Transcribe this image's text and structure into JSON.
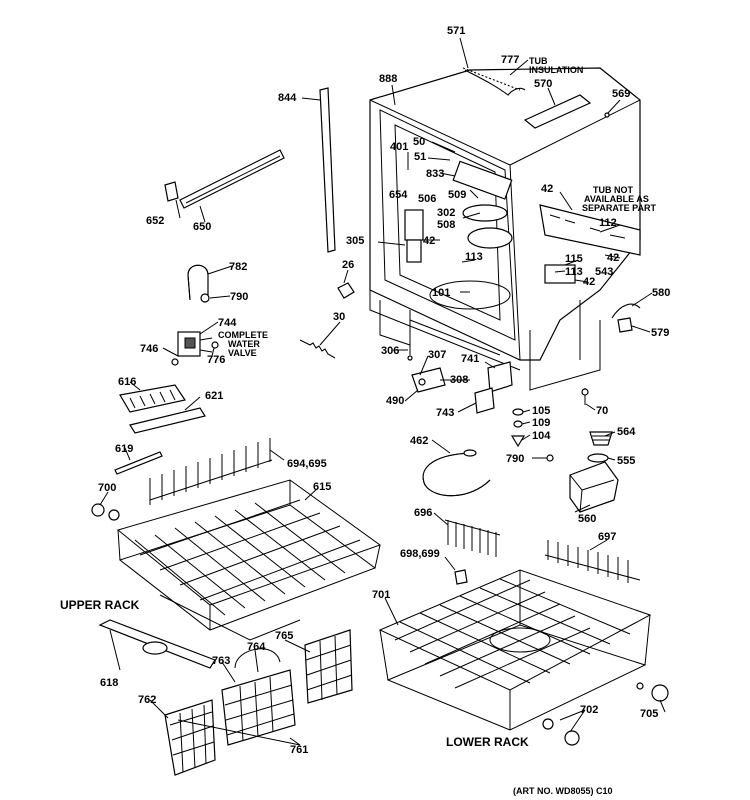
{
  "captions": {
    "tub_insulation_1": "TUB",
    "tub_insulation_2": "INSULATION",
    "tub_not_available_1": "TUB NOT",
    "tub_not_available_2": "AVAILABLE AS",
    "tub_not_available_3": "SEPARATE PART",
    "water_valve_1": "COMPLETE",
    "water_valve_2": "WATER",
    "water_valve_3": "VALVE",
    "upper_rack": "UPPER RACK",
    "lower_rack": "LOWER RACK",
    "art_no": "(ART NO. WD8055) C10"
  },
  "callouts": [
    "571",
    "777",
    "570",
    "569",
    "888",
    "844",
    "50",
    "401",
    "51",
    "833",
    "654",
    "506",
    "509",
    "42",
    "112",
    "302",
    "508",
    "305",
    "42",
    "115",
    "113",
    "42",
    "543",
    "42",
    "113",
    "101",
    "652",
    "650",
    "782",
    "790",
    "26",
    "30",
    "580",
    "579",
    "744",
    "746",
    "776",
    "306",
    "307",
    "741",
    "308",
    "490",
    "743",
    "70",
    "105",
    "109",
    "104",
    "564",
    "555",
    "790",
    "560",
    "462",
    "616",
    "621",
    "619",
    "694,695",
    "615",
    "700",
    "696",
    "697",
    "698,699",
    "701",
    "618",
    "763",
    "764",
    "765",
    "762",
    "761",
    "702",
    "705"
  ]
}
